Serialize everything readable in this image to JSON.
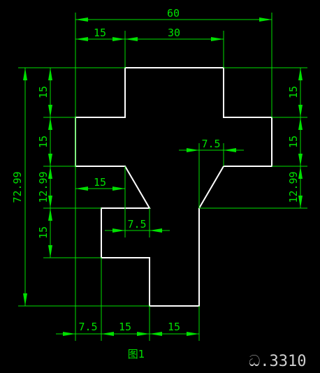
{
  "figure": {
    "caption": "图1",
    "watermark": "ධ.3310"
  },
  "dimensions": {
    "top_overall": "60",
    "top_left": "15",
    "top_mid": "30",
    "left_overall": "72.99",
    "left_1": "15",
    "left_2": "15",
    "left_3": "12.99",
    "left_4": "15",
    "right_1": "15",
    "right_2": "15",
    "right_3": "12.99",
    "inner_right": "7.5",
    "inner_left_15": "15",
    "inner_mid": "7.5",
    "bottom_1": "7.5",
    "bottom_2": "15",
    "bottom_3": "15"
  },
  "colors": {
    "background": "#000000",
    "dimension": "#00e000",
    "outline": "#ffffff"
  }
}
